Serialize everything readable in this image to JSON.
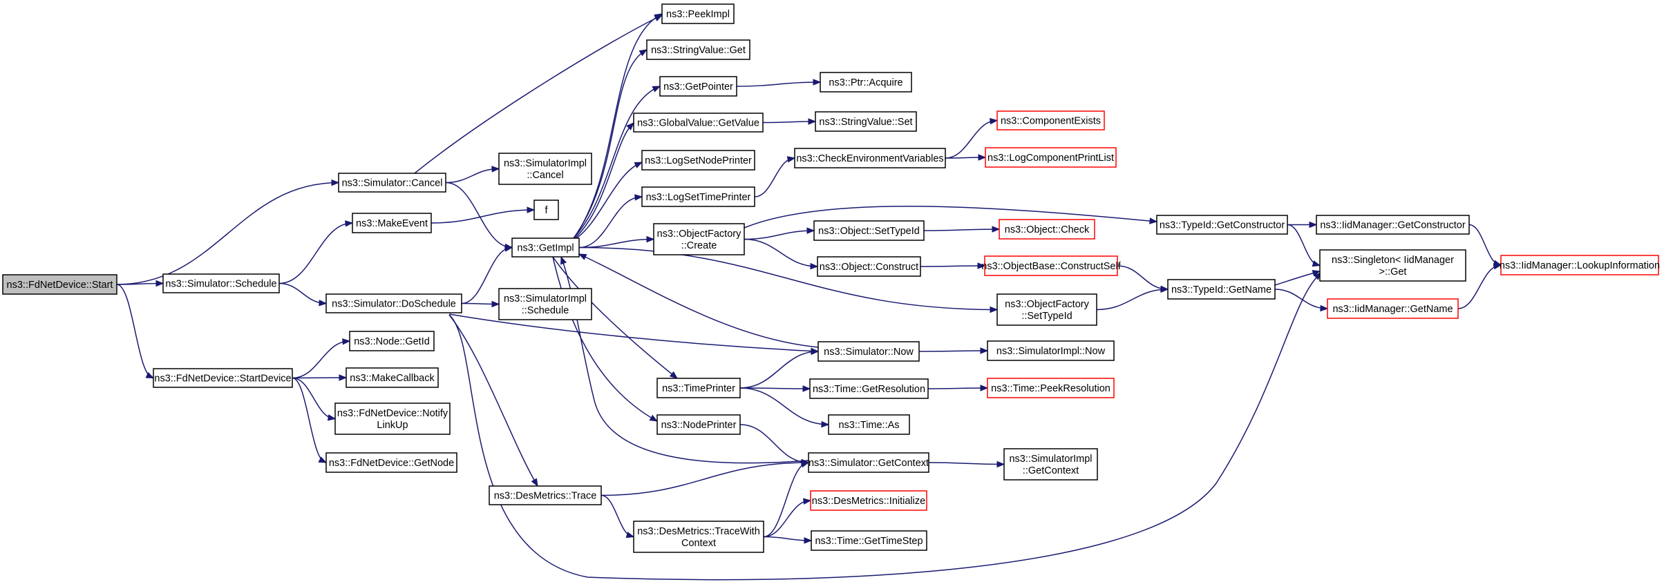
{
  "diagram": {
    "title": "",
    "colors": {
      "edge": "#191970",
      "root_fill": "#bfbfbf",
      "truncated_border": "#ff0000",
      "box_border": "#000000"
    },
    "nodes": [
      {
        "id": "start",
        "lines": [
          "ns3::FdNetDevice::Start"
        ],
        "style": "root"
      },
      {
        "id": "sim_cancel",
        "lines": [
          "ns3::Simulator::Cancel"
        ],
        "style": "normal"
      },
      {
        "id": "sim_schedule",
        "lines": [
          "ns3::Simulator::Schedule"
        ],
        "style": "normal"
      },
      {
        "id": "startdevice",
        "lines": [
          "ns3::FdNetDevice::StartDevice"
        ],
        "style": "normal"
      },
      {
        "id": "peekimpl",
        "lines": [
          "ns3::PeekImpl"
        ],
        "style": "normal"
      },
      {
        "id": "simimpl_cancel",
        "lines": [
          "ns3::SimulatorImpl",
          "::Cancel"
        ],
        "style": "normal"
      },
      {
        "id": "getimpl",
        "lines": [
          "ns3::GetImpl"
        ],
        "style": "normal"
      },
      {
        "id": "makeevent",
        "lines": [
          "ns3::MakeEvent"
        ],
        "style": "normal"
      },
      {
        "id": "f",
        "lines": [
          "f"
        ],
        "style": "normal"
      },
      {
        "id": "doschedule",
        "lines": [
          "ns3::Simulator::DoSchedule"
        ],
        "style": "normal"
      },
      {
        "id": "simimpl_schedule",
        "lines": [
          "ns3::SimulatorImpl",
          "::Schedule"
        ],
        "style": "normal"
      },
      {
        "id": "node_getid",
        "lines": [
          "ns3::Node::GetId"
        ],
        "style": "normal"
      },
      {
        "id": "makecallback",
        "lines": [
          "ns3::MakeCallback"
        ],
        "style": "normal"
      },
      {
        "id": "notifylinkup",
        "lines": [
          "ns3::FdNetDevice::Notify",
          "LinkUp"
        ],
        "style": "normal"
      },
      {
        "id": "getnode",
        "lines": [
          "ns3::FdNetDevice::GetNode"
        ],
        "style": "normal"
      },
      {
        "id": "stringvalue_get",
        "lines": [
          "ns3::StringValue::Get"
        ],
        "style": "normal"
      },
      {
        "id": "getpointer",
        "lines": [
          "ns3::GetPointer"
        ],
        "style": "normal"
      },
      {
        "id": "ptr_acquire",
        "lines": [
          "ns3::Ptr::Acquire"
        ],
        "style": "normal"
      },
      {
        "id": "globalvalue_getvalue",
        "lines": [
          "ns3::GlobalValue::GetValue"
        ],
        "style": "normal"
      },
      {
        "id": "stringvalue_set",
        "lines": [
          "ns3::StringValue::Set"
        ],
        "style": "normal"
      },
      {
        "id": "logsetnodeprinter",
        "lines": [
          "ns3::LogSetNodePrinter"
        ],
        "style": "normal"
      },
      {
        "id": "logsettimeprinter",
        "lines": [
          "ns3::LogSetTimePrinter"
        ],
        "style": "normal"
      },
      {
        "id": "checkenv",
        "lines": [
          "ns3::CheckEnvironmentVariables"
        ],
        "style": "normal"
      },
      {
        "id": "componentexists",
        "lines": [
          "ns3::ComponentExists"
        ],
        "style": "red"
      },
      {
        "id": "logcomponentprintlist",
        "lines": [
          "ns3::LogComponentPrintList"
        ],
        "style": "red"
      },
      {
        "id": "objectfactory_create",
        "lines": [
          "ns3::ObjectFactory",
          "::Create"
        ],
        "style": "normal"
      },
      {
        "id": "object_settypeid",
        "lines": [
          "ns3::Object::SetTypeId"
        ],
        "style": "normal"
      },
      {
        "id": "object_check",
        "lines": [
          "ns3::Object::Check"
        ],
        "style": "red"
      },
      {
        "id": "object_construct",
        "lines": [
          "ns3::Object::Construct"
        ],
        "style": "normal"
      },
      {
        "id": "constructself",
        "lines": [
          "ns3::ObjectBase::ConstructSelf"
        ],
        "style": "red"
      },
      {
        "id": "typeid_getconstructor",
        "lines": [
          "ns3::TypeId::GetConstructor"
        ],
        "style": "normal"
      },
      {
        "id": "iidmanager_getconstructor",
        "lines": [
          "ns3::IidManager::GetConstructor"
        ],
        "style": "normal"
      },
      {
        "id": "singleton_get",
        "lines": [
          "ns3::Singleton< IidManager",
          " >::Get"
        ],
        "style": "normal"
      },
      {
        "id": "iidmanager_lookup",
        "lines": [
          "ns3::IidManager::LookupInformation"
        ],
        "style": "red"
      },
      {
        "id": "typeid_getname",
        "lines": [
          "ns3::TypeId::GetName"
        ],
        "style": "normal"
      },
      {
        "id": "iidmanager_getname",
        "lines": [
          "ns3::IidManager::GetName"
        ],
        "style": "red"
      },
      {
        "id": "objectfactory_settypeid",
        "lines": [
          "ns3::ObjectFactory",
          "::SetTypeId"
        ],
        "style": "normal"
      },
      {
        "id": "sim_now",
        "lines": [
          "ns3::Simulator::Now"
        ],
        "style": "normal"
      },
      {
        "id": "simimpl_now",
        "lines": [
          "ns3::SimulatorImpl::Now"
        ],
        "style": "normal"
      },
      {
        "id": "timeprinter",
        "lines": [
          "ns3::TimePrinter"
        ],
        "style": "normal"
      },
      {
        "id": "time_getresolution",
        "lines": [
          "ns3::Time::GetResolution"
        ],
        "style": "normal"
      },
      {
        "id": "time_peekresolution",
        "lines": [
          "ns3::Time::PeekResolution"
        ],
        "style": "red"
      },
      {
        "id": "time_as",
        "lines": [
          "ns3::Time::As"
        ],
        "style": "normal"
      },
      {
        "id": "nodeprinter",
        "lines": [
          "ns3::NodePrinter"
        ],
        "style": "normal"
      },
      {
        "id": "sim_getcontext",
        "lines": [
          "ns3::Simulator::GetContext"
        ],
        "style": "normal"
      },
      {
        "id": "simimpl_getcontext",
        "lines": [
          "ns3::SimulatorImpl",
          "::GetContext"
        ],
        "style": "normal"
      },
      {
        "id": "desmetrics_trace",
        "lines": [
          "ns3::DesMetrics::Trace"
        ],
        "style": "normal"
      },
      {
        "id": "desmetrics_tracewithcontext",
        "lines": [
          "ns3::DesMetrics::TraceWith",
          "Context"
        ],
        "style": "normal"
      },
      {
        "id": "desmetrics_initialize",
        "lines": [
          "ns3::DesMetrics::Initialize"
        ],
        "style": "red"
      },
      {
        "id": "time_gettimestep",
        "lines": [
          "ns3::Time::GetTimeStep"
        ],
        "style": "normal"
      }
    ],
    "edges": [
      [
        "start",
        "sim_cancel"
      ],
      [
        "start",
        "sim_schedule"
      ],
      [
        "start",
        "startdevice"
      ],
      [
        "sim_cancel",
        "peekimpl"
      ],
      [
        "sim_cancel",
        "simimpl_cancel"
      ],
      [
        "sim_cancel",
        "getimpl"
      ],
      [
        "sim_schedule",
        "makeevent"
      ],
      [
        "sim_schedule",
        "doschedule"
      ],
      [
        "makeevent",
        "f"
      ],
      [
        "startdevice",
        "node_getid"
      ],
      [
        "startdevice",
        "makecallback"
      ],
      [
        "startdevice",
        "notifylinkup"
      ],
      [
        "startdevice",
        "getnode"
      ],
      [
        "doschedule",
        "getimpl"
      ],
      [
        "doschedule",
        "simimpl_schedule"
      ],
      [
        "doschedule",
        "sim_now"
      ],
      [
        "doschedule",
        "desmetrics_trace"
      ],
      [
        "doschedule",
        "singleton_get"
      ],
      [
        "getimpl",
        "peekimpl"
      ],
      [
        "getimpl",
        "stringvalue_get"
      ],
      [
        "getimpl",
        "getpointer"
      ],
      [
        "getimpl",
        "globalvalue_getvalue"
      ],
      [
        "getimpl",
        "logsetnodeprinter"
      ],
      [
        "getimpl",
        "logsettimeprinter"
      ],
      [
        "getimpl",
        "objectfactory_create"
      ],
      [
        "getimpl",
        "objectfactory_settypeid"
      ],
      [
        "getimpl",
        "timeprinter"
      ],
      [
        "getimpl",
        "nodeprinter"
      ],
      [
        "getpointer",
        "ptr_acquire"
      ],
      [
        "globalvalue_getvalue",
        "stringvalue_set"
      ],
      [
        "logsettimeprinter",
        "checkenv"
      ],
      [
        "checkenv",
        "componentexists"
      ],
      [
        "checkenv",
        "logcomponentprintlist"
      ],
      [
        "objectfactory_create",
        "typeid_getconstructor"
      ],
      [
        "objectfactory_create",
        "object_settypeid"
      ],
      [
        "objectfactory_create",
        "object_construct"
      ],
      [
        "object_settypeid",
        "object_check"
      ],
      [
        "object_construct",
        "constructself"
      ],
      [
        "constructself",
        "typeid_getname"
      ],
      [
        "objectfactory_settypeid",
        "typeid_getname"
      ],
      [
        "typeid_getconstructor",
        "iidmanager_getconstructor"
      ],
      [
        "typeid_getconstructor",
        "singleton_get"
      ],
      [
        "iidmanager_getconstructor",
        "iidmanager_lookup"
      ],
      [
        "typeid_getname",
        "singleton_get"
      ],
      [
        "typeid_getname",
        "iidmanager_getname"
      ],
      [
        "iidmanager_getname",
        "iidmanager_lookup"
      ],
      [
        "sim_now",
        "getimpl"
      ],
      [
        "sim_now",
        "simimpl_now"
      ],
      [
        "timeprinter",
        "sim_now"
      ],
      [
        "timeprinter",
        "time_getresolution"
      ],
      [
        "timeprinter",
        "time_as"
      ],
      [
        "time_getresolution",
        "time_peekresolution"
      ],
      [
        "nodeprinter",
        "sim_getcontext"
      ],
      [
        "sim_getcontext",
        "getimpl"
      ],
      [
        "sim_getcontext",
        "simimpl_getcontext"
      ],
      [
        "desmetrics_trace",
        "sim_getcontext"
      ],
      [
        "desmetrics_trace",
        "desmetrics_tracewithcontext"
      ],
      [
        "desmetrics_tracewithcontext",
        "sim_getcontext"
      ],
      [
        "desmetrics_tracewithcontext",
        "desmetrics_initialize"
      ],
      [
        "desmetrics_tracewithcontext",
        "time_gettimestep"
      ]
    ]
  }
}
